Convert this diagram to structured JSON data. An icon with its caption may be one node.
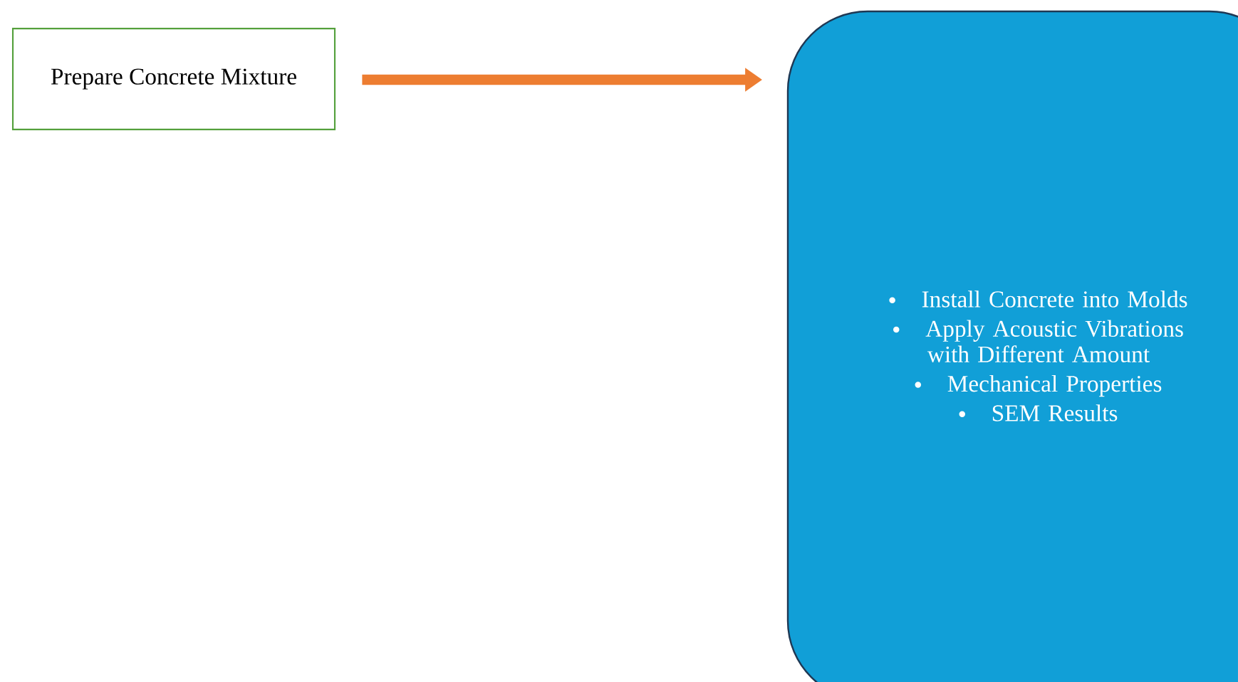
{
  "diagram": {
    "nodes": [
      {
        "text": [
          "Prepare Concrete Mixture"
        ]
      },
      {
        "text": [
          "Install Concrete into Molds",
          "Apply Acoustic Vibrations with Different Amount",
          "Mechanical Properties",
          "SEM Results"
        ]
      }
    ],
    "edges": [
      {
        "from": 0,
        "to": 1,
        "arrow": "to",
        "color": "#ed7d31"
      }
    ]
  }
}
